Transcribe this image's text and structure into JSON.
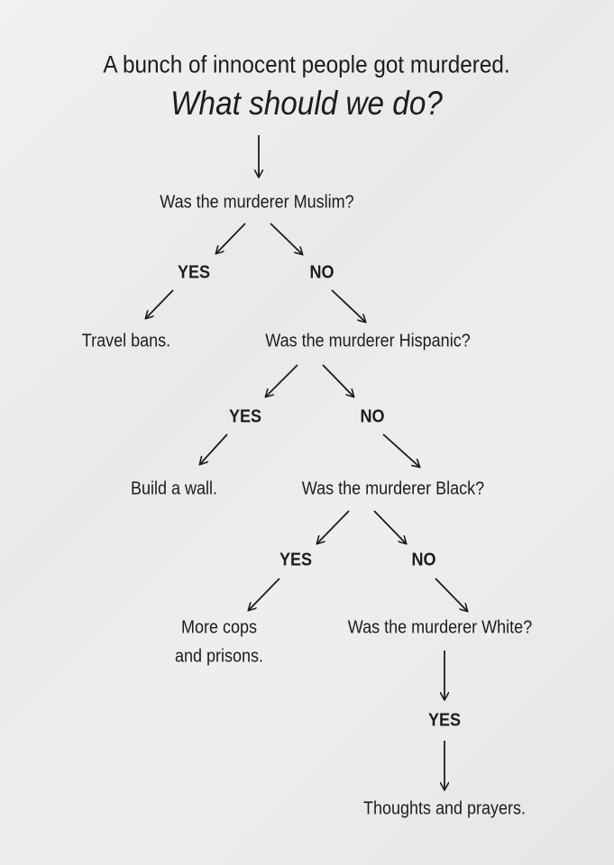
{
  "title": {
    "line1": "A bunch of innocent people got murdered.",
    "line2": "What should we do?"
  },
  "nodes": {
    "q1": "Was the murderer Muslim?",
    "q1_yes": "YES",
    "q1_no": "NO",
    "a1": "Travel bans.",
    "q2": "Was the murderer Hispanic?",
    "q2_yes": "YES",
    "q2_no": "NO",
    "a2": "Build a wall.",
    "q3": "Was the murderer Black?",
    "q3_yes": "YES",
    "q3_no": "NO",
    "a3_line1": "More cops",
    "a3_line2": "and prisons.",
    "q4": "Was the murderer White?",
    "q4_yes": "YES",
    "a4": "Thoughts and prayers."
  }
}
